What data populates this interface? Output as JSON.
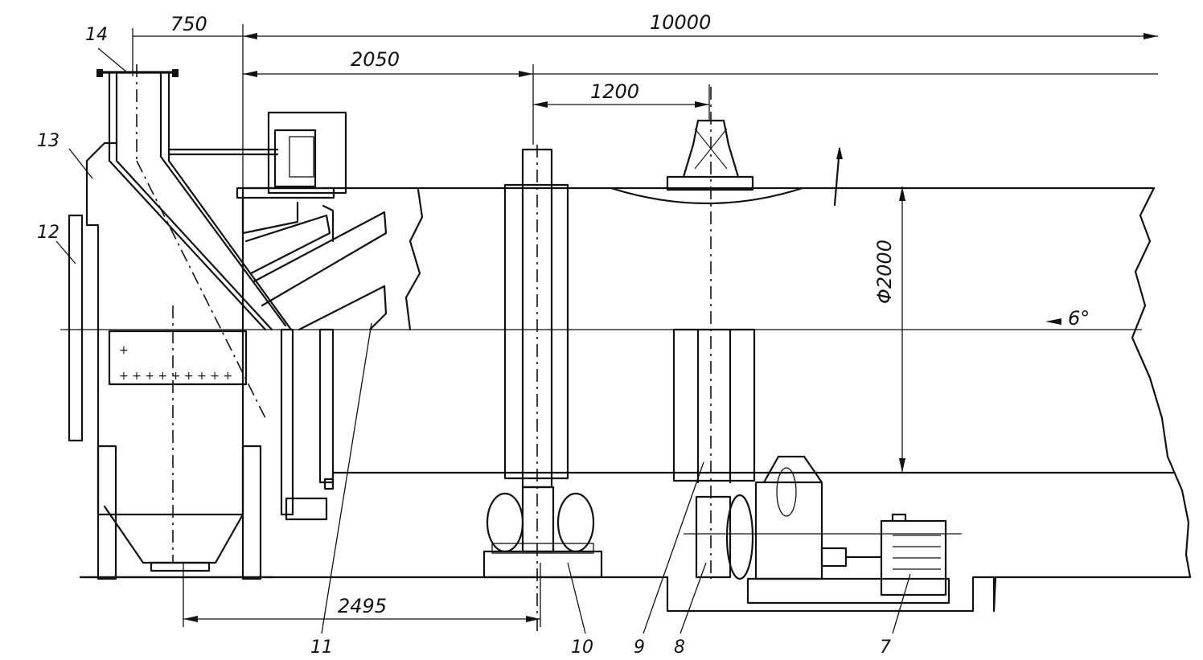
{
  "dimensions": {
    "total_length": "10000",
    "inlet_offset": "750",
    "to_support_ring": "2050",
    "ring_to_gear": "1200",
    "to_roller_axis": "2495",
    "diameter": "Φ2000",
    "slope": "6°"
  },
  "callouts": [
    "14",
    "13",
    "12",
    "11",
    "10",
    "9",
    "8",
    "7"
  ]
}
